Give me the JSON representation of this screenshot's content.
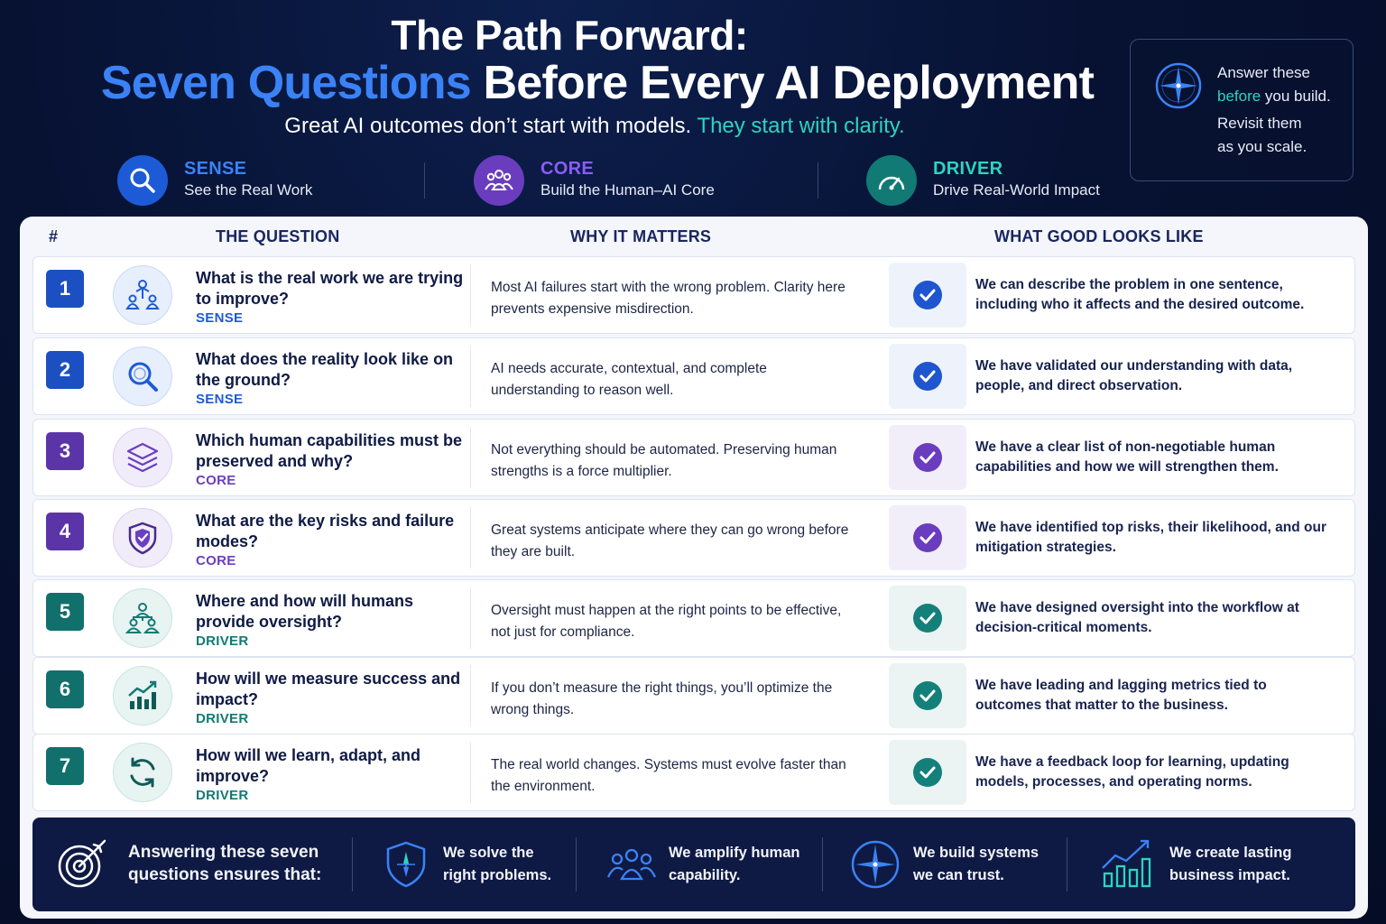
{
  "header": {
    "title_line1": "The Path Forward:",
    "title_line2_highlight": "Seven Questions",
    "title_line2_rest": " Before Every AI Deployment",
    "subtitle_plain": "Great AI outcomes don’t start with models. ",
    "subtitle_highlight": "They start with clarity."
  },
  "side_card": {
    "line1": "Answer these",
    "line2_highlight": "before",
    "line2_rest": " you build.",
    "line3": "Revisit them",
    "line4": "as you scale."
  },
  "pillars": [
    {
      "name": "SENSE",
      "desc": "See the Real Work",
      "color": "#3b82f6",
      "icon": "magnifier-icon"
    },
    {
      "name": "CORE",
      "desc": "Build the Human–AI Core",
      "color": "#8b5cf6",
      "icon": "people-group-icon"
    },
    {
      "name": "DRIVER",
      "desc": "Drive Real-World Impact",
      "color": "#2dd4bf",
      "icon": "gauge-icon"
    }
  ],
  "table": {
    "headers": {
      "num": "#",
      "question": "THE QUESTION",
      "why": "WHY IT MATTERS",
      "good": "WHAT GOOD LOOKS LIKE"
    },
    "rows": [
      {
        "num": "1",
        "q": "What is the real work we are trying to improve?",
        "tag": "SENSE",
        "why": "Most AI failures start with the wrong problem. Clarity here prevents expensive misdirection.",
        "good": "We can describe the problem in one sentence, including who it affects and the desired outcome.",
        "icon": "team-network-icon"
      },
      {
        "num": "2",
        "q": "What does the reality look like on the ground?",
        "tag": "SENSE",
        "why": "AI needs accurate, contextual, and complete understanding to reason well.",
        "good": "We have validated our understanding with data, people, and direct observation.",
        "icon": "magnifier-icon"
      },
      {
        "num": "3",
        "q": "Which human capabilities must be preserved and why?",
        "tag": "CORE",
        "why": "Not everything should be automated. Preserving human strengths is a force multiplier.",
        "good": "We have a clear list of non-negotiable human capabilities and how we will strengthen them.",
        "icon": "layers-icon"
      },
      {
        "num": "4",
        "q": "What are the key risks and failure modes?",
        "tag": "CORE",
        "why": "Great systems anticipate where they can go wrong before they are built.",
        "good": "We have identified top risks, their likelihood, and our mitigation strategies.",
        "icon": "shield-check-icon"
      },
      {
        "num": "5",
        "q": "Where and how will humans provide oversight?",
        "tag": "DRIVER",
        "why": "Oversight must happen at the right points to be effective, not just for compliance.",
        "good": "We have designed oversight into the workflow at decision-critical moments.",
        "icon": "hierarchy-icon"
      },
      {
        "num": "6",
        "q": "How will we measure success and impact?",
        "tag": "DRIVER",
        "why": "If you don’t measure the right things, you’ll optimize the wrong things.",
        "good": "We have leading and lagging metrics tied to outcomes that matter to the business.",
        "icon": "growth-chart-icon"
      },
      {
        "num": "7",
        "q": "How will we learn, adapt, and improve?",
        "tag": "DRIVER",
        "why": "The real world changes. Systems must evolve faster than the environment.",
        "good": "We have a feedback loop for learning, updating models, processes, and operating norms.",
        "icon": "refresh-cycle-icon"
      }
    ]
  },
  "footer": {
    "lead_line1": "Answering these seven",
    "lead_line2": "questions ensures that:",
    "items": [
      {
        "line1": "We solve the",
        "line2": "right problems.",
        "icon": "shield-compass-icon"
      },
      {
        "line1": "We amplify human",
        "line2": "capability.",
        "icon": "people-group-icon"
      },
      {
        "line1": "We build systems",
        "line2": "we can trust.",
        "icon": "compass-icon"
      },
      {
        "line1": "We create lasting",
        "line2": "business impact.",
        "icon": "growth-chart-icon"
      }
    ]
  },
  "colors": {
    "sense": "#1d5bd6",
    "core": "#6a3fc1",
    "driver": "#127a73",
    "accent_teal": "#2dd4bf",
    "navy": "#071233"
  }
}
